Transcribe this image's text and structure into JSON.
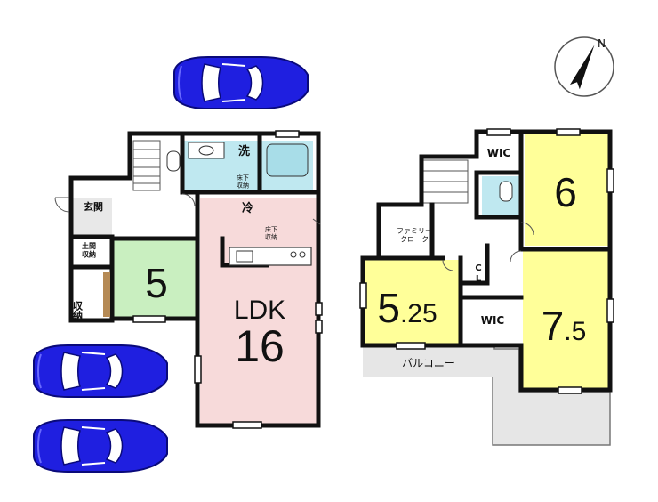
{
  "compass": {
    "north_label": "N",
    "north_rotation_deg": 25
  },
  "colors": {
    "wall": "#111111",
    "wet_area": "#bfe8f0",
    "ldk": "#f7dada",
    "room_5": "#c9efc0",
    "room_upper": "#ffff99",
    "balcony": "#e6e6e6",
    "car_body": "#1f1fe0"
  },
  "floor1": {
    "rooms": {
      "entrance": "玄関",
      "doma_storage": "土間\n収納",
      "storage": "収納",
      "washroom": "洗",
      "fridge": "冷",
      "underfloor_storage_wash": "床下\n収納",
      "underfloor_storage_kitchen": "床下\n収納",
      "ldk_label": "LDK",
      "ldk_size": "16",
      "room_size": "5"
    }
  },
  "floor2": {
    "rooms": {
      "wic_top": "WIC",
      "wic_bottom": "WIC",
      "family_closet": "ファミリー\nクローク",
      "closet": "C\nL",
      "balcony": "バルコニー",
      "room_a_size_main": "5",
      "room_a_size_frac": ".25",
      "room_b_size": "6",
      "room_c_size_main": "7",
      "room_c_size_frac": ".5"
    }
  },
  "cars": {
    "count": 3,
    "icon": "car-icon"
  }
}
